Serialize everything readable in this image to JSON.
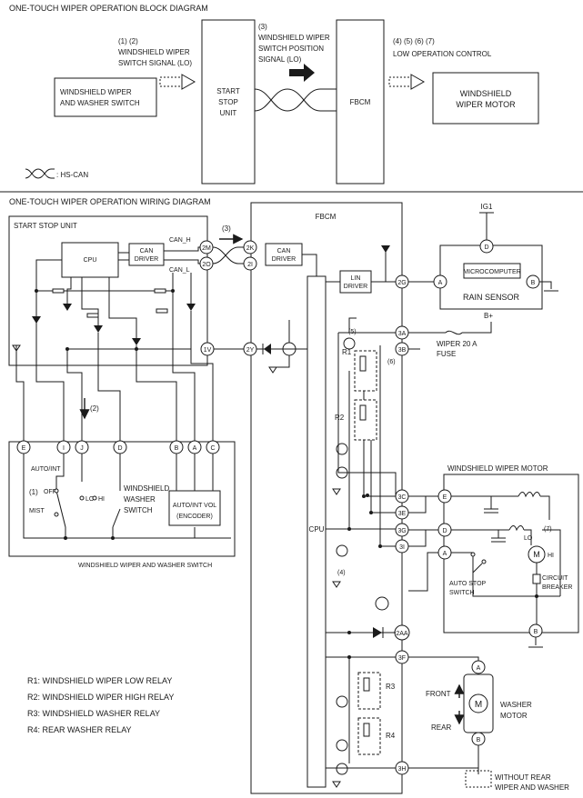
{
  "block_diagram": {
    "title": "ONE-TOUCH WIPER OPERATION BLOCK DIAGRAM",
    "switch_box": [
      "WINDSHIELD WIPER",
      "AND WASHER SWITCH"
    ],
    "signal1": [
      "(1) (2)",
      "WINDSHIELD WIPER",
      "SWITCH SIGNAL (LO)"
    ],
    "start_stop_unit": [
      "START",
      "STOP",
      "UNIT"
    ],
    "signal2": [
      "(3)",
      "WINDSHIELD WIPER",
      "SWITCH POSITION",
      "SIGNAL (LO)"
    ],
    "fbcm": "FBCM",
    "signal3": [
      "(4) (5) (6) (7)",
      "LOW OPERATION CONTROL"
    ],
    "motor_box": [
      "WINDSHIELD",
      "WIPER MOTOR"
    ],
    "legend": ": HS-CAN"
  },
  "wiring_diagram": {
    "title": "ONE-TOUCH WIPER OPERATION WIRING DIAGRAM",
    "start_stop_unit": "START STOP UNIT",
    "cpu": "CPU",
    "can_driver": [
      "CAN",
      "DRIVER"
    ],
    "can_h": "CAN_H",
    "can_l": "CAN_L",
    "marker_3": "(3)",
    "marker_2": "(2)",
    "marker_1": "(1)",
    "marker_4": "(4)",
    "marker_5": "(5)",
    "marker_6": "(6)",
    "marker_7": "(7)",
    "fbcm": "FBCM",
    "lin_driver": [
      "LIN",
      "DRIVER"
    ],
    "ig1": "IG1",
    "b_plus": "B+",
    "rain_sensor": "RAIN SENSOR",
    "microcomputer": "MICROCOMPUTER",
    "fuse": [
      "WIPER 20 A",
      "FUSE"
    ],
    "r1": "R1",
    "r2": "R2",
    "r3": "R3",
    "r4": "R4",
    "switch_panel": {
      "caption": "WINDSHIELD WIPER AND WASHER SWITCH",
      "auto_int": "AUTO/INT",
      "off": "OFF",
      "lo": "LO",
      "hi": "HI",
      "mist": "MIST",
      "washer_switch": [
        "WINDSHIELD",
        "WASHER",
        "SWITCH"
      ],
      "encoder": [
        "AUTO/INT VOL",
        "(ENCODER)"
      ]
    },
    "wiper_motor": {
      "title": "WINDSHIELD WIPER MOTOR",
      "lo": "LO",
      "hi": "HI",
      "auto_stop": [
        "AUTO STOP",
        "SWITCH"
      ],
      "breaker": [
        "CIRCUIT",
        "BREAKER"
      ]
    },
    "washer_motor": {
      "front": "FRONT",
      "rear": "REAR",
      "label": [
        "WASHER",
        "MOTOR"
      ],
      "without_rear": [
        "WITHOUT REAR",
        "WIPER AND WASHER"
      ]
    },
    "terminals": {
      "ssu_2M": "2M",
      "ssu_2O": "2O",
      "ssu_1V": "1V",
      "fb_2K": "2K",
      "fb_2I": "2I",
      "fb_2Y": "2Y",
      "fb_2G": "2G",
      "fb_3A": "3A",
      "fb_3B": "3B",
      "fb_3C": "3C",
      "fb_3E": "3E",
      "fb_3G": "3G",
      "fb_3I": "3I",
      "fb_2AA": "2AA",
      "fb_3F": "3F",
      "fb_3H": "3H",
      "rs_D": "D",
      "rs_A": "A",
      "rs_B": "B",
      "sw_E": "E",
      "sw_I": "I",
      "sw_J": "J",
      "sw_D": "D",
      "sw_B": "B",
      "sw_A": "A",
      "sw_C": "C",
      "wm_E": "E",
      "wm_D": "D",
      "wm_A": "A",
      "wm_B": "B",
      "wash_A": "A",
      "wash_B": "B"
    },
    "legend": [
      "R1: WINDSHIELD WIPER LOW RELAY",
      "R2: WINDSHIELD WIPER HIGH RELAY",
      "R3: WINDSHIELD WASHER RELAY",
      "R4: REAR WASHER RELAY"
    ]
  }
}
